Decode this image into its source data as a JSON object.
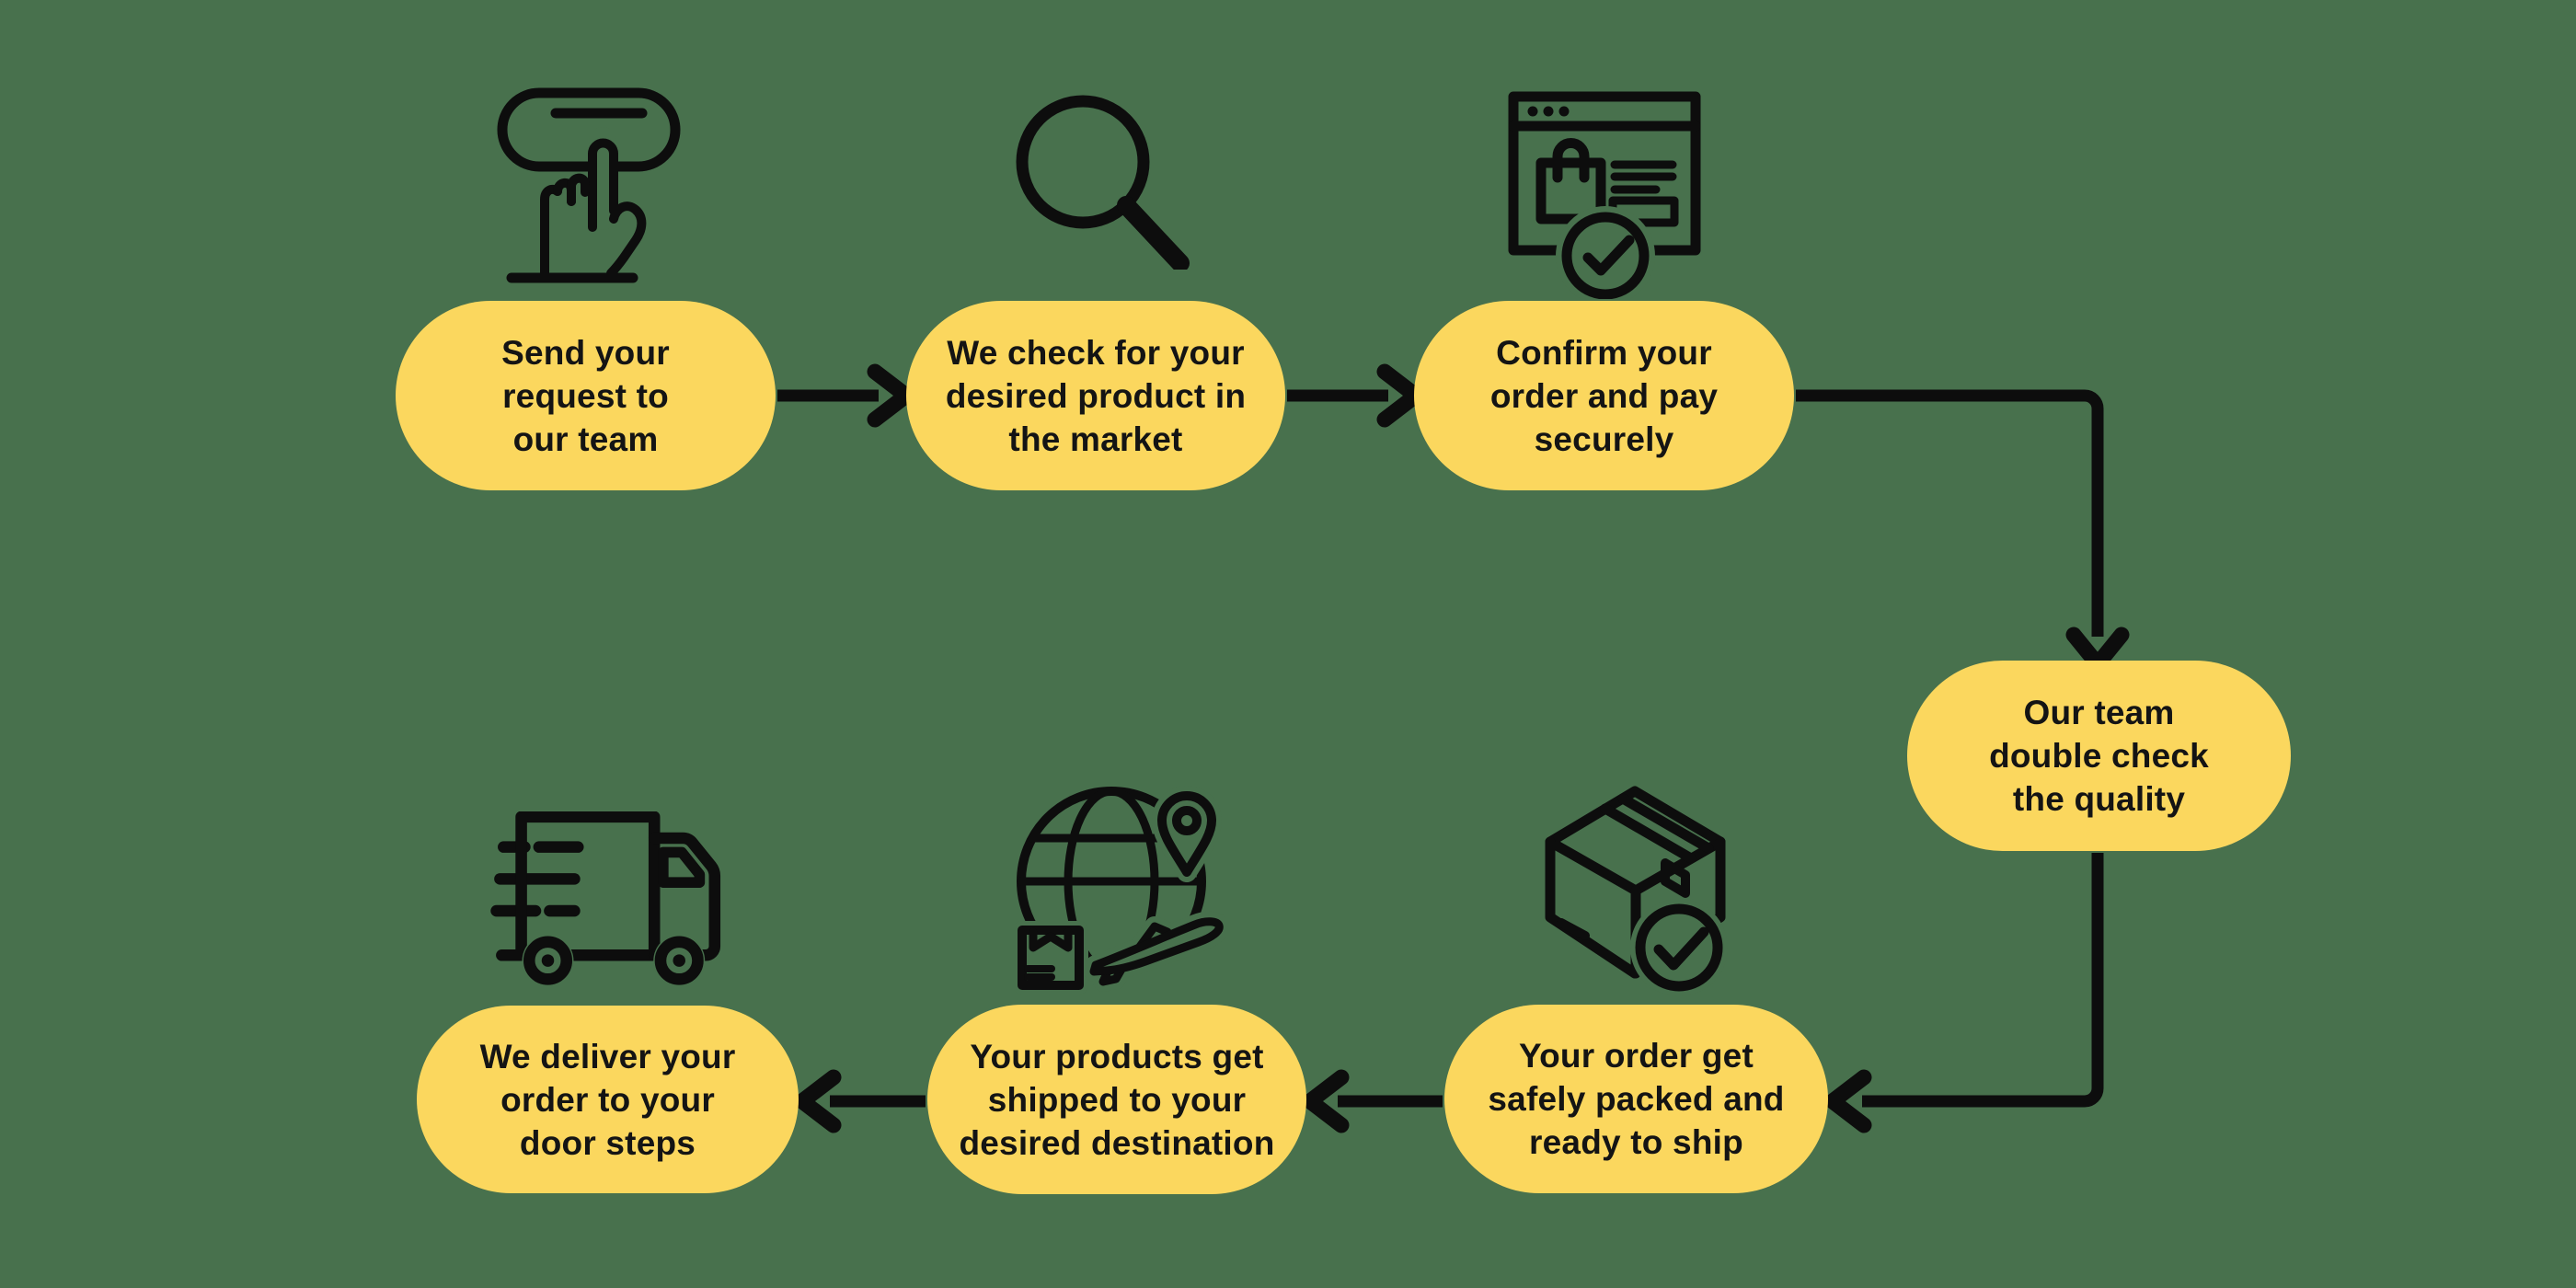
{
  "diagram": {
    "type": "process-flowchart",
    "colors": {
      "background": "#48714D",
      "bubble": "#FBD75E",
      "line_and_icons": "#0D0D0D",
      "text": "#141414"
    },
    "steps": [
      {
        "order": 1,
        "label": "Send your\nrequest to\nour team",
        "icon": "button-press-icon"
      },
      {
        "order": 2,
        "label": "We check for your\ndesired product in\nthe market",
        "icon": "search-icon"
      },
      {
        "order": 3,
        "label": "Confirm your\norder and pay\nsecurely",
        "icon": "checkout-browser-icon"
      },
      {
        "order": 4,
        "label": "Our team\ndouble check\nthe quality",
        "icon": ""
      },
      {
        "order": 5,
        "label": "Your order get\nsafely packed and\nready to ship",
        "icon": "package-check-icon"
      },
      {
        "order": 6,
        "label": "Your products get\nshipped to your\ndesired destination",
        "icon": "global-shipping-icon"
      },
      {
        "order": 7,
        "label": "We deliver your\norder to your\ndoor steps",
        "icon": "delivery-truck-icon"
      }
    ]
  }
}
